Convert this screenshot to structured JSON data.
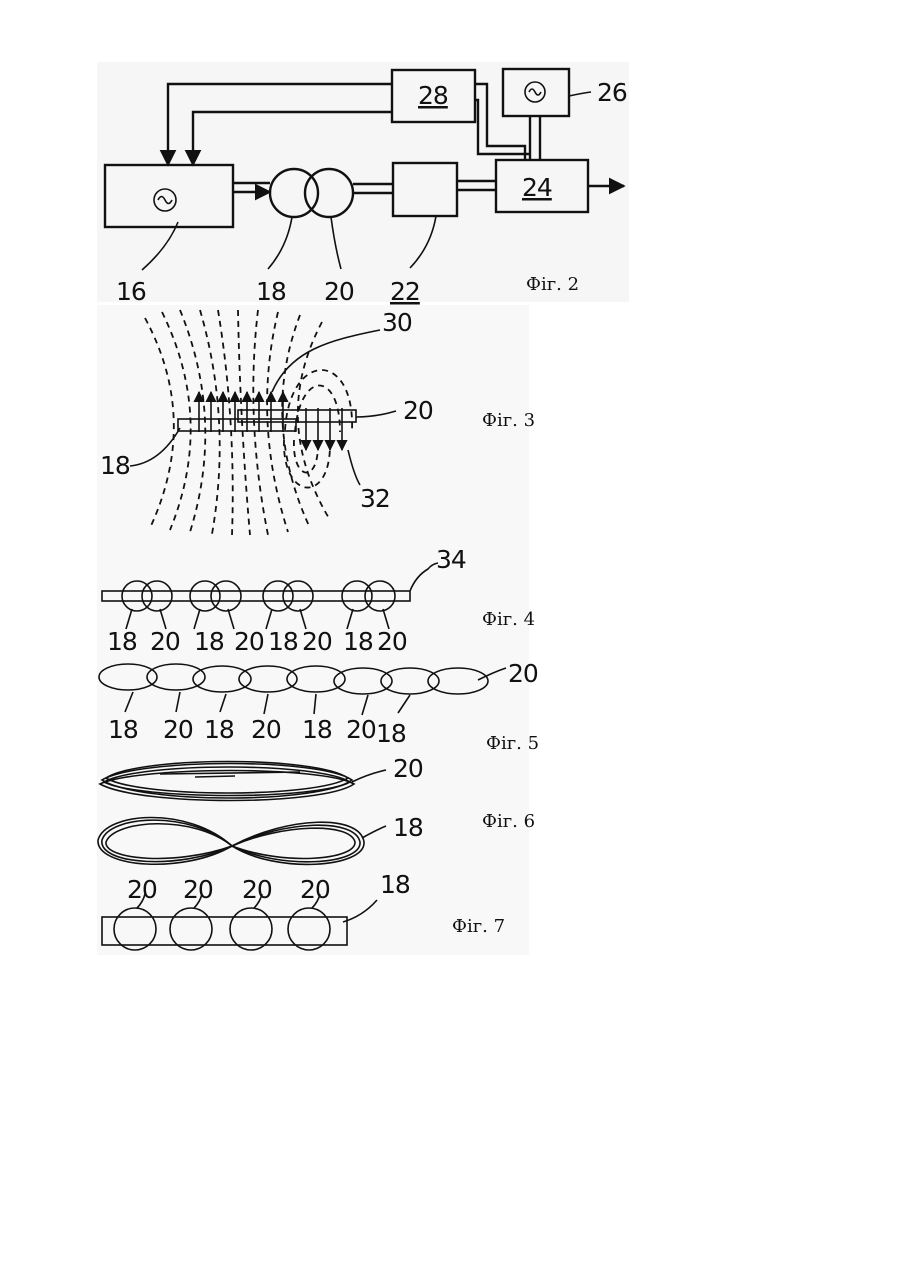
{
  "fig2": {
    "caption": "Фiг. 2",
    "labels": {
      "oscillator_16": "16",
      "coil_18": "18",
      "coil_20": "20",
      "block_22": "22",
      "block_24": "24",
      "oscillator_26": "26",
      "block_28": "28"
    }
  },
  "fig3": {
    "caption": "Фiг. 3",
    "labels": {
      "field_30": "30",
      "coil_20": "20",
      "coil_18": "18",
      "field_32": "32"
    }
  },
  "fig4": {
    "caption": "Фiг. 4",
    "labels": {
      "core_34": "34",
      "pairs": [
        "18",
        "20",
        "18",
        "20",
        "18",
        "20",
        "18",
        "20"
      ]
    }
  },
  "fig5": {
    "caption": "Фiг. 5",
    "labels": {
      "end_20": "20",
      "chain": [
        "18",
        "20",
        "18",
        "20",
        "18",
        "20",
        "18"
      ]
    }
  },
  "fig6": {
    "caption": "Фiг. 6",
    "labels": {
      "coil_20": "20",
      "coil_18": "18"
    }
  },
  "fig7": {
    "caption": "Фiг. 7",
    "labels": {
      "coil_18": "18",
      "coils_20": [
        "20",
        "20",
        "20",
        "20"
      ]
    }
  },
  "colors": {
    "ink": "#111111",
    "paper": "#ffffff",
    "scan_gray": "#f7f7f7"
  }
}
